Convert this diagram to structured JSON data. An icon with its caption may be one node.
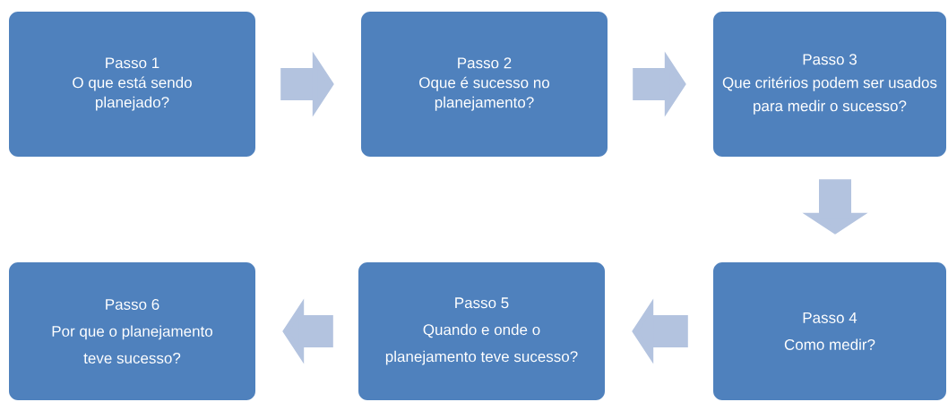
{
  "diagram": {
    "nodes": [
      {
        "text": [
          "Passo 1",
          "O que está sendo planejado?"
        ]
      },
      {
        "text": [
          "Passo 2",
          "Oque é sucesso no planejamento?"
        ]
      },
      {
        "text": [
          "Passo 3",
          "Que critérios podem ser usados para medir o sucesso?"
        ]
      },
      {
        "text": [
          "Passo 4",
          "Como medir?"
        ]
      },
      {
        "text": [
          "Passo 5",
          "Quando e onde o planejamento teve sucesso?"
        ]
      },
      {
        "text": [
          "Passo 6",
          "Por que o planejamento teve sucesso?"
        ]
      }
    ],
    "edges": [
      {
        "from": 0,
        "to": 1,
        "arrow": "to"
      },
      {
        "from": 1,
        "to": 2,
        "arrow": "to"
      },
      {
        "from": 2,
        "to": 3,
        "arrow": "to"
      },
      {
        "from": 3,
        "to": 4,
        "arrow": "to"
      },
      {
        "from": 4,
        "to": 5,
        "arrow": "to"
      }
    ]
  }
}
